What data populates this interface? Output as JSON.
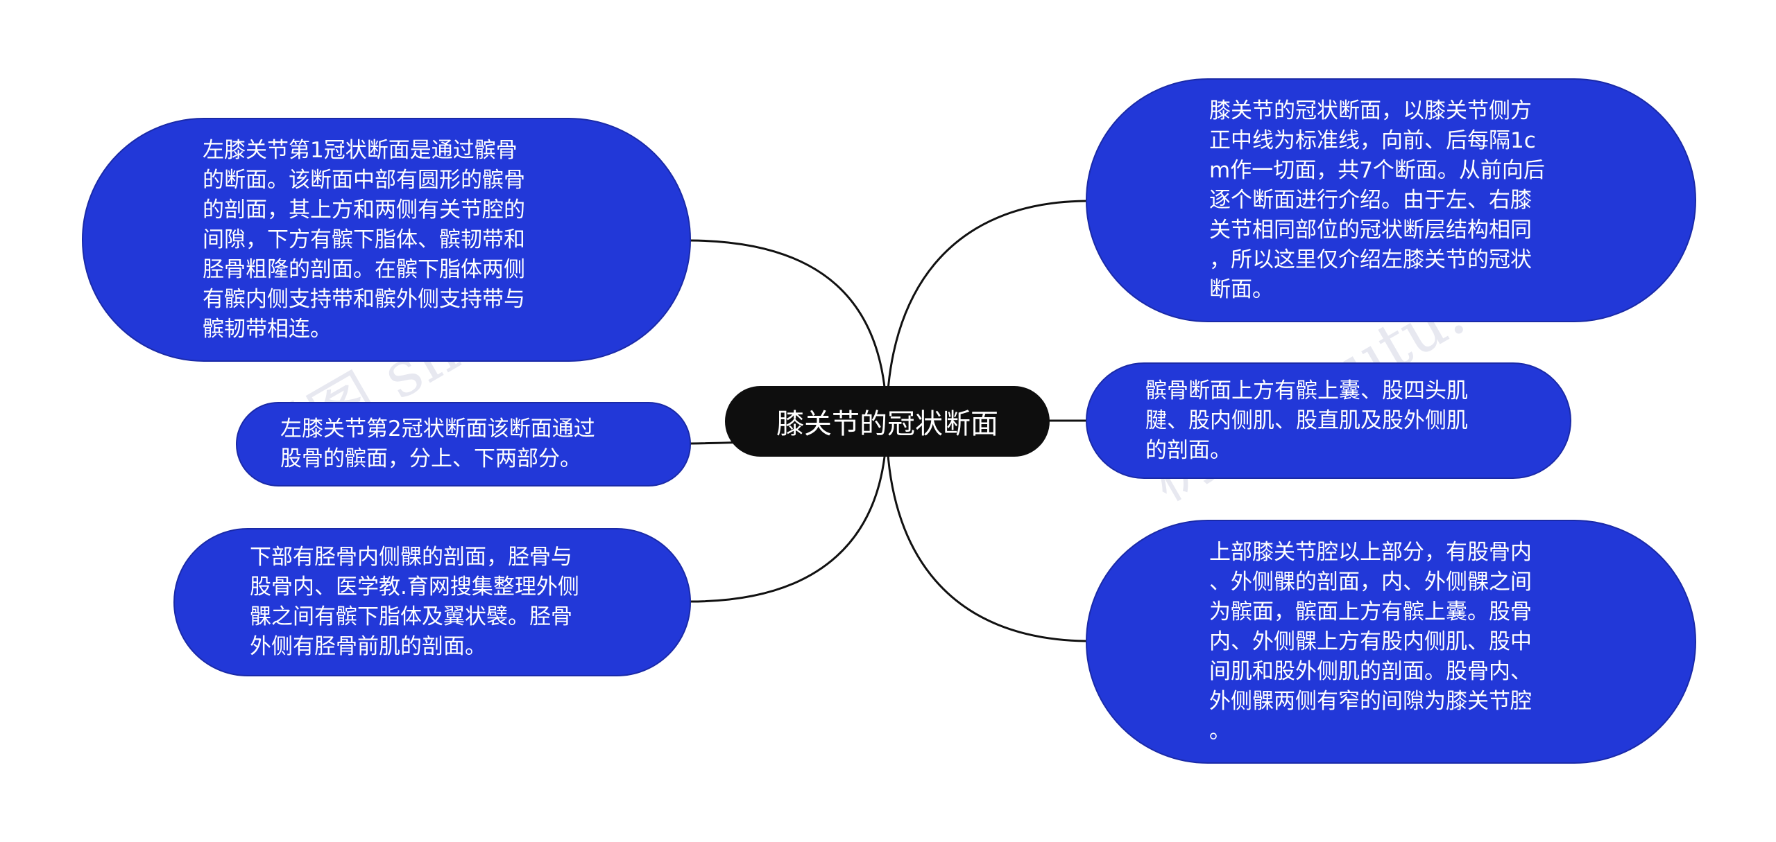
{
  "root": {
    "label": "膝关节的冠状断面"
  },
  "left_nodes": [
    {
      "text": "左膝关节第1冠状断面是通过髌骨\n的断面。该断面中部有圆形的髌骨\n的剖面，其上方和两侧有关节腔的\n间隙，下方有髌下脂体、髌韧带和\n胫骨粗隆的剖面。在髌下脂体两侧\n有髌内侧支持带和髌外侧支持带与\n髌韧带相连。"
    },
    {
      "text": "左膝关节第2冠状断面该断面通过\n股骨的髌面，分上、下两部分。"
    },
    {
      "text": "下部有胫骨内侧髁的剖面，胫骨与\n股骨内、医学教.育网搜集整理外侧\n髁之间有髌下脂体及翼状襞。胫骨\n外侧有胫骨前肌的剖面。"
    }
  ],
  "right_nodes": [
    {
      "text": "膝关节的冠状断面，以膝关节侧方\n正中线为标准线，向前、后每隔1c\nm作一切面，共7个断面。从前向后\n逐个断面进行介绍。由于左、右膝\n关节相同部位的冠状断层结构相同\n，所以这里仅介绍左膝关节的冠状\n断面。"
    },
    {
      "text": "髌骨断面上方有髌上囊、股四头肌\n腱、股内侧肌、股直肌及股外侧肌\n的剖面。"
    },
    {
      "text": "上部膝关节腔以上部分，有股骨内\n、外侧髁的剖面，内、外侧髁之间\n为髌面，髌面上方有髌上囊。股骨\n内、外侧髁上方有股内侧肌、股中\n间肌和股外侧肌的剖面。股骨内、\n外侧髁两侧有窄的间隙为膝关节腔\n。"
    }
  ],
  "watermark": {
    "text_left": "树图 shutu.cn",
    "text_right": "树图 shutu.cn"
  },
  "colors": {
    "node_fill": "#2238d8",
    "root_fill": "#0e0e0e",
    "line": "#111111"
  }
}
